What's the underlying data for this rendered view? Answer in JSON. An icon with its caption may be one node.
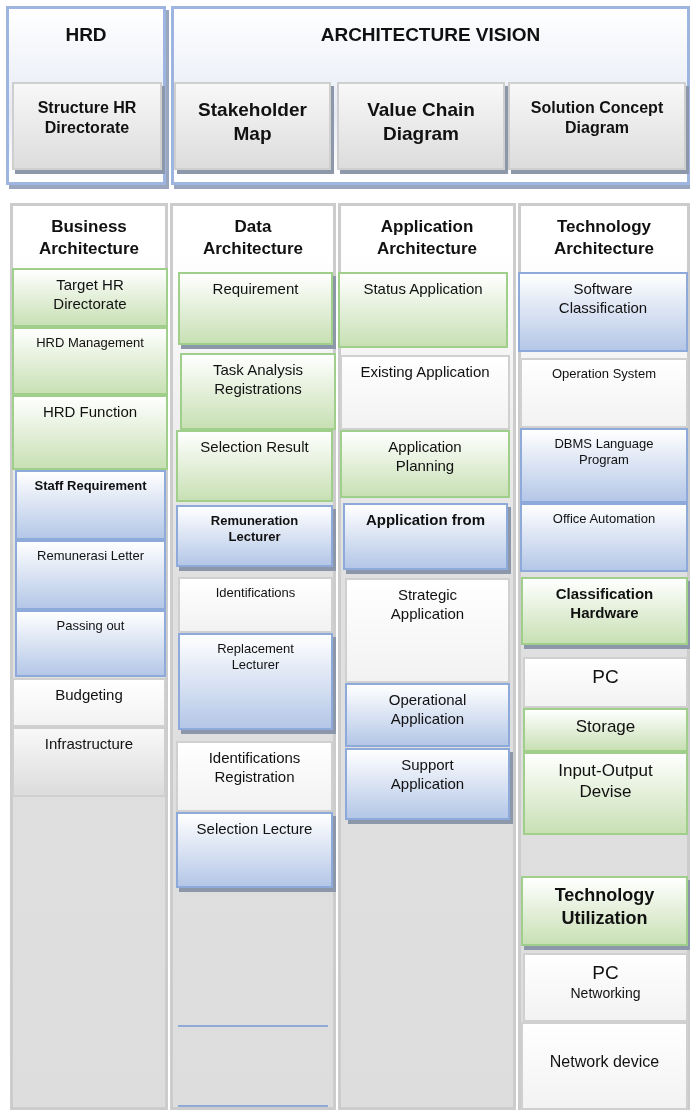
{
  "diagram": {
    "nodes": [
      {
        "text": [
          "HRD"
        ]
      },
      {
        "text": [
          "Structure HR Directorate"
        ],
        "in": 0
      },
      {
        "text": [
          "ARCHITECTURE VISION"
        ]
      },
      {
        "text": [
          "Stakeholder Map"
        ],
        "in": 2
      },
      {
        "text": [
          "Value Chain Diagram"
        ],
        "in": 2
      },
      {
        "text": [
          "Solution Concept Diagram"
        ],
        "in": 2
      },
      {
        "text": [
          "Business Architecture"
        ]
      },
      {
        "text": [
          "Target HR Directorate"
        ],
        "in": 6
      },
      {
        "text": [
          "HRD Management"
        ],
        "in": 6
      },
      {
        "text": [
          "HRD Function"
        ],
        "in": 6
      },
      {
        "text": [
          "Staff Requirement"
        ],
        "in": 6
      },
      {
        "text": [
          "Remunerasi Letter"
        ],
        "in": 6
      },
      {
        "text": [
          "Passing out"
        ],
        "in": 6
      },
      {
        "text": [
          "Budgeting"
        ],
        "in": 6
      },
      {
        "text": [
          "Infrastructure"
        ],
        "in": 6
      },
      {
        "text": [
          "Data Architecture"
        ]
      },
      {
        "text": [
          "Requirement"
        ],
        "in": 15
      },
      {
        "text": [
          "Task Analysis Registrations"
        ],
        "in": 15
      },
      {
        "text": [
          "Selection Result"
        ],
        "in": 15
      },
      {
        "text": [
          "Remuneration Lecturer"
        ],
        "in": 15
      },
      {
        "text": [
          "Identifications"
        ],
        "in": 15
      },
      {
        "text": [
          "Replacement Lecturer"
        ],
        "in": 15
      },
      {
        "text": [
          "Identifications Registration"
        ],
        "in": 15
      },
      {
        "text": [
          "Selection Lecture"
        ],
        "in": 15
      },
      {
        "text": [
          "Application Architecture"
        ]
      },
      {
        "text": [
          "Status Application"
        ],
        "in": 24
      },
      {
        "text": [
          "Existing Application"
        ],
        "in": 24
      },
      {
        "text": [
          "Application Planning"
        ],
        "in": 24
      },
      {
        "text": [
          "Application from"
        ],
        "in": 24
      },
      {
        "text": [
          "Strategic Application"
        ],
        "in": 24
      },
      {
        "text": [
          "Operational Application"
        ],
        "in": 24
      },
      {
        "text": [
          "Support Application"
        ],
        "in": 24
      },
      {
        "text": [
          "Technology Architecture"
        ]
      },
      {
        "text": [
          "Software Classification"
        ],
        "in": 32
      },
      {
        "text": [
          "Operation System"
        ],
        "in": 32
      },
      {
        "text": [
          "DBMS Language Program"
        ],
        "in": 32
      },
      {
        "text": [
          "Office Automation"
        ],
        "in": 32
      },
      {
        "text": [
          "Classification Hardware"
        ],
        "in": 32
      },
      {
        "text": [
          "PC"
        ],
        "in": 32
      },
      {
        "text": [
          "Storage"
        ],
        "in": 32
      },
      {
        "text": [
          "Input-Output Devise"
        ],
        "in": 32
      },
      {
        "text": [
          "Technology Utilization"
        ],
        "in": 32
      },
      {
        "text": [
          "PC",
          "Networking"
        ],
        "in": 32
      },
      {
        "text": [
          "Network device"
        ],
        "in": 32
      }
    ],
    "edges": []
  }
}
